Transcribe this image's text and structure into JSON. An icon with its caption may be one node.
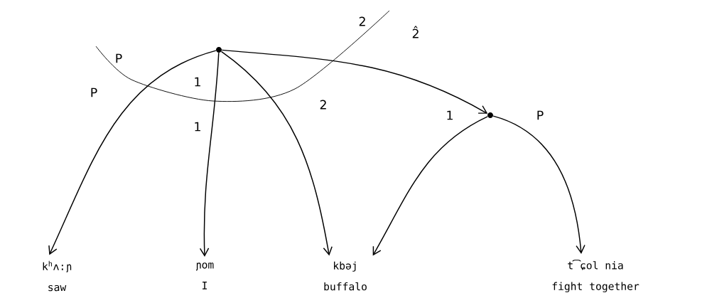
{
  "diagram": {
    "nodes": [
      {
        "text": [],
        "shape": "circle"
      },
      {
        "text": [],
        "shape": "circle"
      },
      {
        "text": [
          "k$^{h}$ʌ:ɲ",
          "saw"
        ]
      },
      {
        "text": [
          "ɲom",
          "I"
        ]
      },
      {
        "text": [
          "kbəj",
          "buffalo"
        ]
      },
      {
        "text": [
          "t͡ɕol nia",
          "fight together"
        ]
      }
    ],
    "edges": [
      {
        "from": 0,
        "to": 2,
        "arrow": "to",
        "label": "P"
      },
      {
        "from": 0,
        "to": 3,
        "arrow": "to",
        "label": "1"
      },
      {
        "from": 0,
        "to": 4,
        "arrow": "to",
        "label": "2"
      },
      {
        "from": 0,
        "to": 1,
        "arrow": "to",
        "label": "2̂"
      },
      {
        "from": 1,
        "to": 4,
        "arrow": "to",
        "label": "1"
      },
      {
        "from": 1,
        "to": 5,
        "arrow": "to",
        "label": "P"
      }
    ],
    "labels": [
      "2",
      "P",
      "1"
    ]
  }
}
